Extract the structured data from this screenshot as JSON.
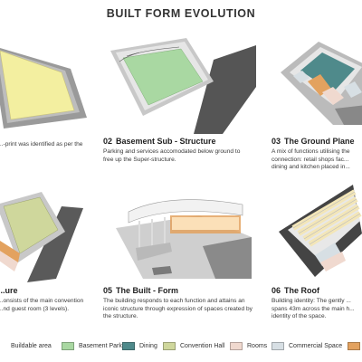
{
  "title": "BUILT FORM EVOLUTION",
  "steps": [
    {
      "num": "",
      "name": "",
      "desc": "...-print was identified as per the"
    },
    {
      "num": "02",
      "name": "Basement Sub - Structure",
      "desc": "Parking and services accomodated below ground to free up the Super-structure."
    },
    {
      "num": "03",
      "name": "The Ground Plane",
      "desc": "A mix of functions utilising the connection: retail shops fac... dining and kitchen placed in..."
    },
    {
      "num": "",
      "name": "...ure",
      "desc": "...onsists of the main convention ...nd guest room (3 levels)."
    },
    {
      "num": "05",
      "name": "The Built - Form",
      "desc": "The building responds to each function and attains an iconic structure through expression of spaces created by the structure."
    },
    {
      "num": "06",
      "name": "The Roof",
      "desc": "Building identity: The gently ... spans 43m across the main h... identity of the space."
    }
  ],
  "legend": [
    {
      "label": "Buildable area",
      "color": "#f3efa0"
    },
    {
      "label": "Basement Parking",
      "color": "#a9d8a2"
    },
    {
      "label": "Dining",
      "color": "#4f8a8b"
    },
    {
      "label": "Convention Hall",
      "color": "#cfd79c"
    },
    {
      "label": "Rooms",
      "color": "#f0d9cf"
    },
    {
      "label": "Commercial Space",
      "color": "#d7dfe4"
    },
    {
      "label": "",
      "color": "#e3a25f"
    }
  ]
}
